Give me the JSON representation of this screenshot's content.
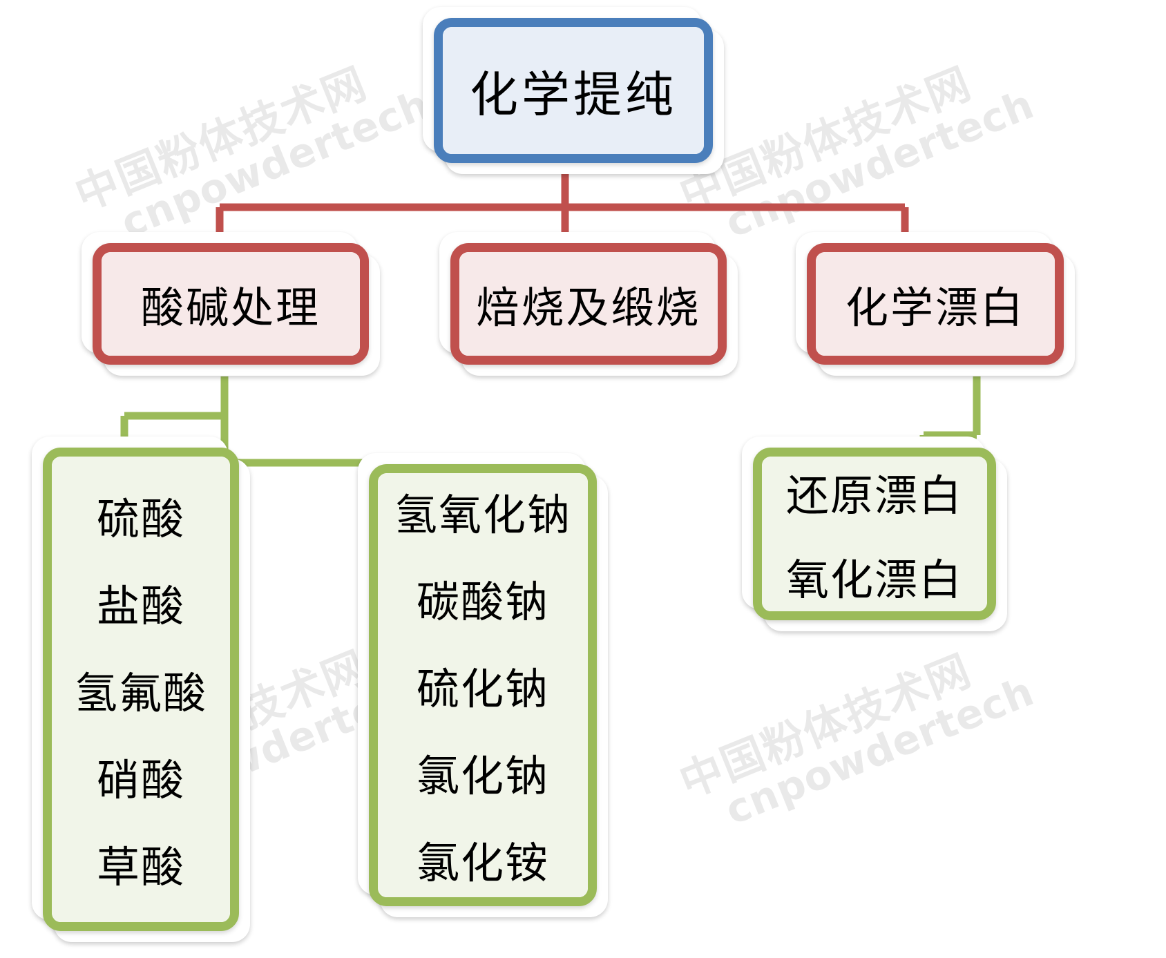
{
  "diagram": {
    "title": "化学提纯",
    "type": "tree",
    "colors": {
      "root_border": "#4a7ebb",
      "root_fill": "#e8eef7",
      "level2_border": "#c0504d",
      "level2_fill": "#f7e9e9",
      "leaf_border": "#9bbb59",
      "leaf_fill": "#f1f5e9",
      "connector_red": "#c0504d",
      "connector_green": "#9bbb59",
      "watermark": "#e9e9e9",
      "background": "#ffffff"
    },
    "root": {
      "label": "化学提纯"
    },
    "branches": [
      {
        "id": "acid-base-treatment",
        "label": "酸碱处理",
        "children": [
          {
            "id": "acids",
            "items": [
              "硫酸",
              "盐酸",
              "氢氟酸",
              "硝酸",
              "草酸"
            ]
          },
          {
            "id": "bases",
            "items": [
              "氢氧化钠",
              "碳酸钠",
              "硫化钠",
              "氯化钠",
              "氯化铵"
            ]
          }
        ]
      },
      {
        "id": "roasting-calcination",
        "label": "焙烧及缎烧",
        "children": []
      },
      {
        "id": "chemical-bleaching",
        "label": "化学漂白",
        "children": [
          {
            "id": "bleaching-methods",
            "items": [
              "还原漂白",
              "氧化漂白"
            ]
          }
        ]
      }
    ]
  },
  "watermark": {
    "cn": "中国粉体技术网",
    "en": "cnpowdertech"
  }
}
